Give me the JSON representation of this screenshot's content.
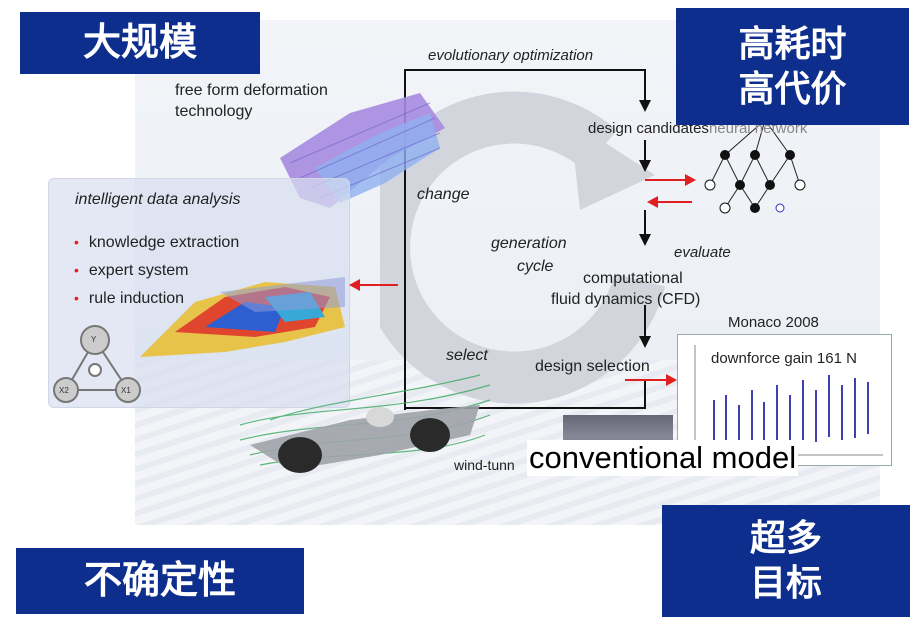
{
  "labels": {
    "top_left": "大规模",
    "top_right_line1": "高耗时",
    "top_right_line2": "高代价",
    "bottom_left": "不确定性",
    "bottom_right_line1": "超多",
    "bottom_right_line2": "目标"
  },
  "diagram": {
    "evolutionary": "evolutionary optimization",
    "ffd_line1": "free form deformation",
    "ffd_line2": "technology",
    "design_candidates": "design candidates",
    "neural_network": "neural network",
    "change": "change",
    "generation": "generation",
    "cycle": "cycle",
    "evaluate": "evaluate",
    "cfd_line1": "computational",
    "cfd_line2": "fluid dynamics (CFD)",
    "select": "select",
    "design_selection": "design selection",
    "monaco": "Monaco 2008",
    "downforce": "downforce gain 161 N",
    "wind_tunnel": "wind-tunn",
    "conventional": "conventional model",
    "intelligent": "intelligent data analysis",
    "bullets": [
      "knowledge extraction",
      "expert system",
      "rule induction"
    ],
    "graph_nodes": [
      "Y",
      "X2",
      "X1"
    ]
  },
  "colors": {
    "label_bg": "#0d2e8c",
    "arrow_red": "#e02020",
    "scatter": "#4040b0"
  }
}
